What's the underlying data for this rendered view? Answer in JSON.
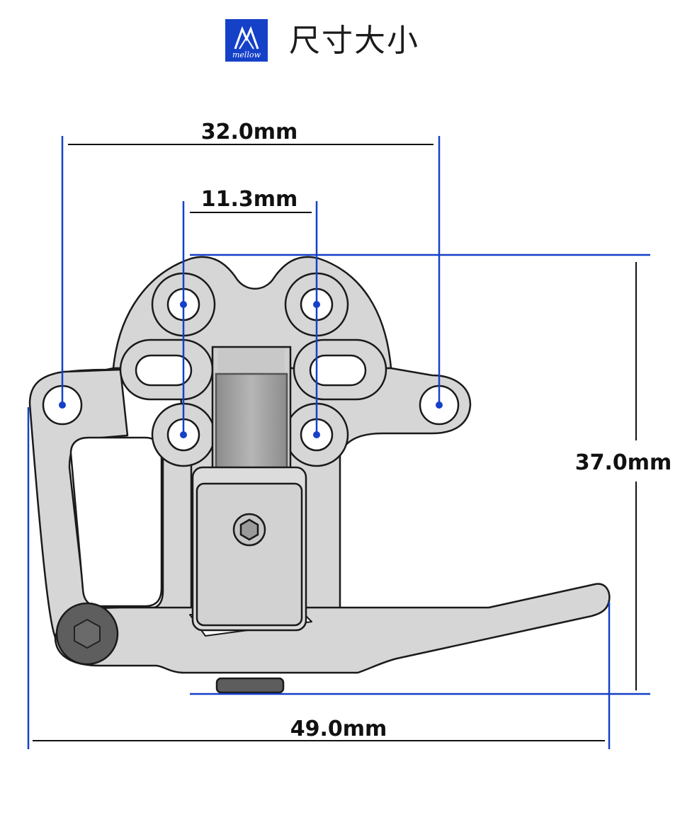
{
  "header": {
    "title": "尺寸大小",
    "logo_text": "mellow"
  },
  "dimensions": {
    "outer_hole_spacing": "32.0mm",
    "inner_hole_spacing": "11.3mm",
    "height": "37.0mm",
    "width": "49.0mm"
  },
  "colors": {
    "accent_line": "#1540c8",
    "brand_blue": "#1540c8",
    "part_fill": "#d4d4d4",
    "outline": "#1a1a1a"
  }
}
